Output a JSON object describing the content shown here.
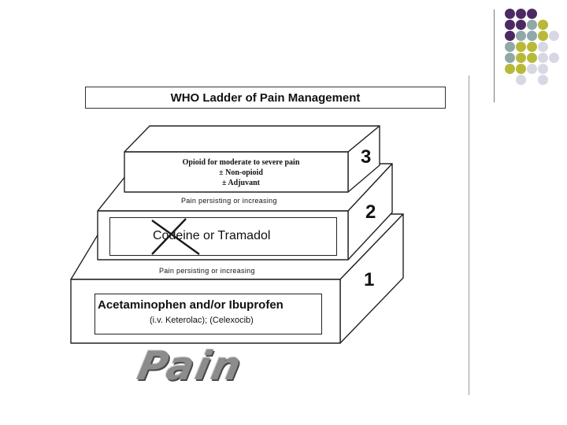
{
  "title": "WHO Ladder of Pain Management",
  "steps": [
    {
      "number": "3",
      "lines": [
        "Opioid for moderate to severe pain",
        "± Non-opioid",
        "± Adjuvant"
      ]
    },
    {
      "number": "2",
      "label": "Codeine or Tramadol"
    },
    {
      "number": "1",
      "label": "Acetaminophen and/or Ibuprofen",
      "sublabel": "(i.v. Keterolac); (Celexocib)"
    }
  ],
  "transitions": [
    "Pain persisting or increasing",
    "Pain persisting or increasing"
  ],
  "base_label": "Pain",
  "colors": {
    "purple": "#4b2a63",
    "teal": "#8fa8a8",
    "olive": "#b8b83a",
    "lavender": "#d8d8e4",
    "box_stroke": "#222222",
    "strikethrough": "#1a1a1a"
  }
}
